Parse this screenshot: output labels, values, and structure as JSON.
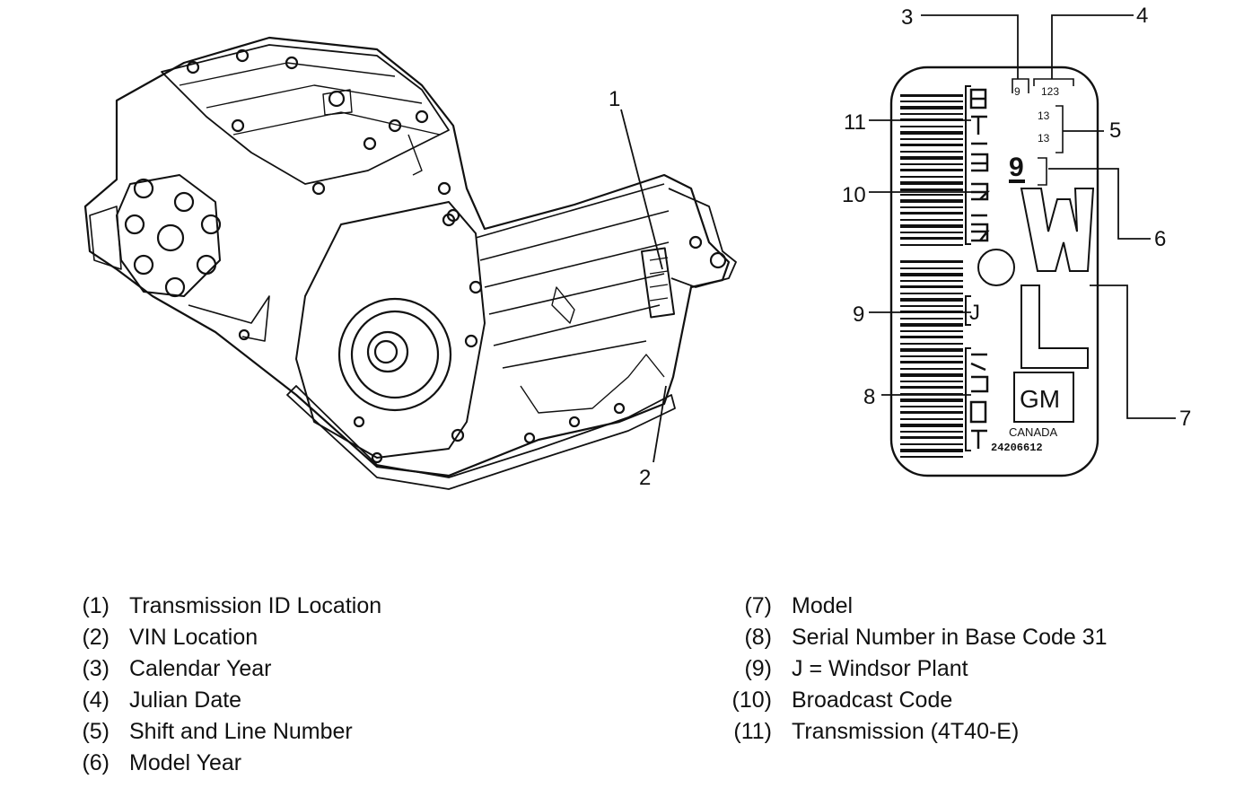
{
  "callouts": {
    "c1": "1",
    "c2": "2",
    "c3": "3",
    "c4": "4",
    "c5": "5",
    "c6": "6",
    "c7": "7",
    "c8": "8",
    "c9": "9",
    "c10": "10",
    "c11": "11"
  },
  "label": {
    "calendar_year": "9",
    "julian_date": "123",
    "shift": "13",
    "line": "13",
    "model_year": "9",
    "model": "WL",
    "plant": "J",
    "brand": "GM",
    "country": "CANADA",
    "part_number": "24206612"
  },
  "legend": {
    "left": [
      {
        "num": "(1)",
        "text": "Transmission ID Location"
      },
      {
        "num": "(2)",
        "text": "VIN Location"
      },
      {
        "num": "(3)",
        "text": "Calendar Year"
      },
      {
        "num": "(4)",
        "text": "Julian Date"
      },
      {
        "num": "(5)",
        "text": "Shift and Line Number"
      },
      {
        "num": "(6)",
        "text": "Model Year"
      }
    ],
    "right": [
      {
        "num": "(7)",
        "text": "Model"
      },
      {
        "num": "(8)",
        "text": "Serial Number in Base Code 31"
      },
      {
        "num": "(9)",
        "text": "J = Windsor Plant"
      },
      {
        "num": "(10)",
        "text": "Broadcast Code"
      },
      {
        "num": "(11)",
        "text": "Transmission (4T40-E)"
      }
    ]
  }
}
